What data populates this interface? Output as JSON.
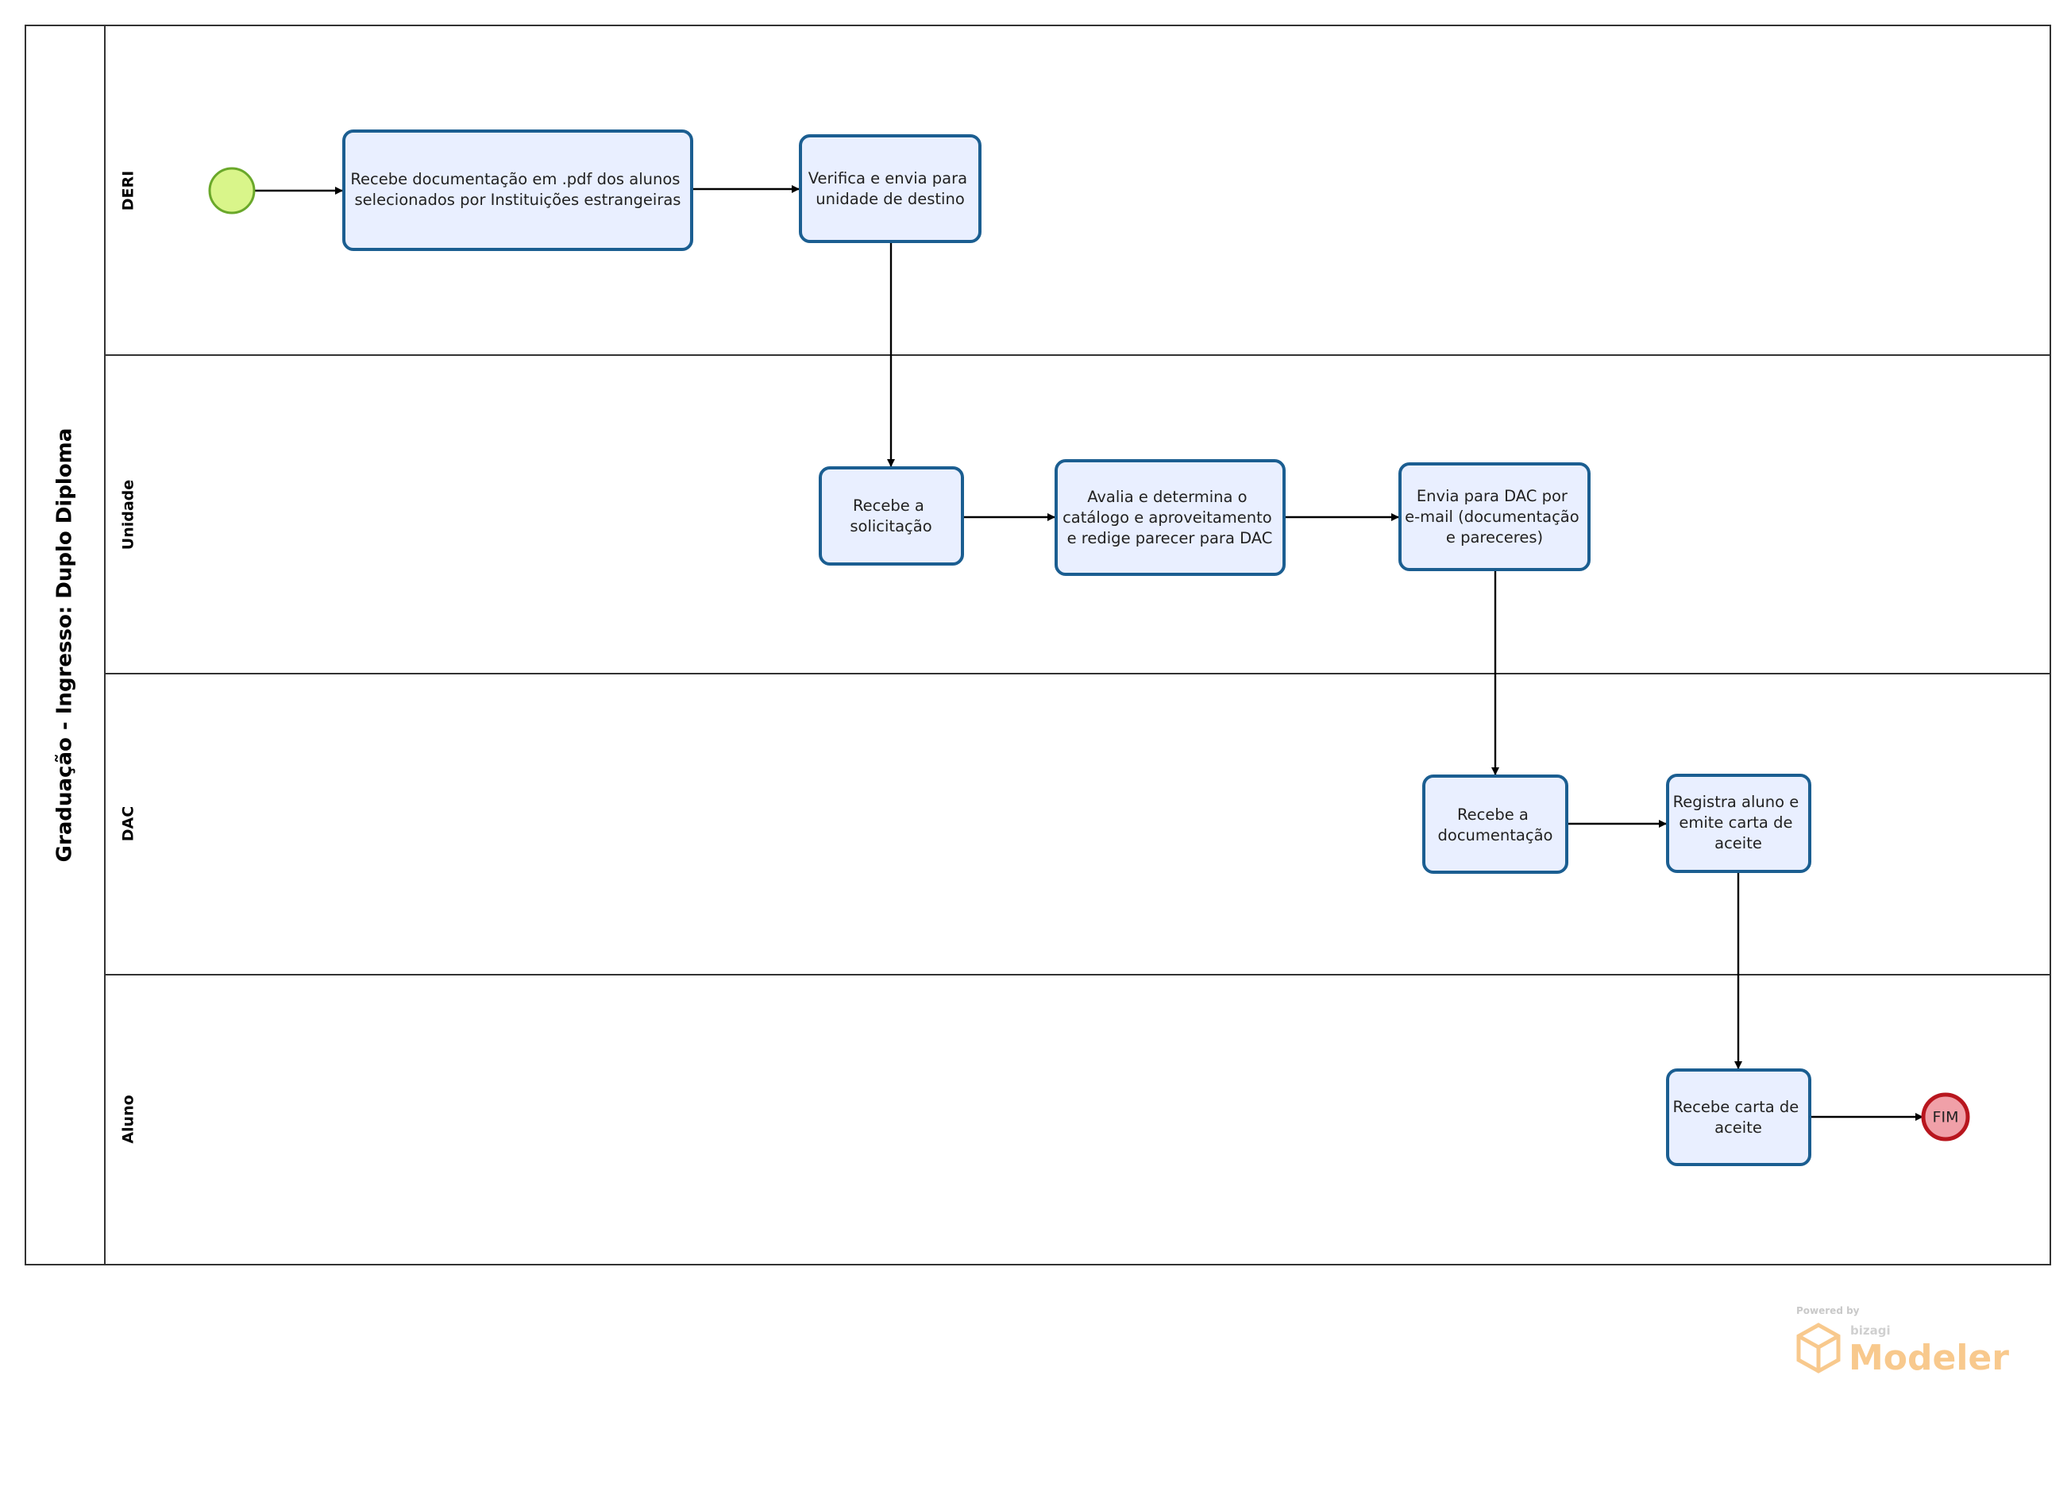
{
  "pool": {
    "title": "Graduação - Ingresso: Duplo Diploma"
  },
  "lanes": [
    {
      "id": "deri",
      "label": "DERI"
    },
    {
      "id": "unidade",
      "label": "Unidade"
    },
    {
      "id": "dac",
      "label": "DAC"
    },
    {
      "id": "aluno",
      "label": "Aluno"
    }
  ],
  "tasks": [
    {
      "id": "t1",
      "lines": [
        "Recebe documentação em .pdf dos alunos",
        "selecionados por Instituições estrangeiras"
      ]
    },
    {
      "id": "t2",
      "lines": [
        "Verifica e envia para",
        "unidade de destino"
      ]
    },
    {
      "id": "t3",
      "lines": [
        "Recebe a",
        "solicitação"
      ]
    },
    {
      "id": "t4",
      "lines": [
        "Avalia e determina o",
        "catálogo e aproveitamento",
        "e redige parecer para DAC"
      ]
    },
    {
      "id": "t5",
      "lines": [
        "Envia para DAC por",
        "e-mail (documentação",
        "e pareceres)"
      ]
    },
    {
      "id": "t6",
      "lines": [
        "Recebe a",
        "documentação"
      ]
    },
    {
      "id": "t7",
      "lines": [
        "Registra aluno e",
        "emite carta de",
        "aceite"
      ]
    },
    {
      "id": "t8",
      "lines": [
        "Recebe carta de",
        "aceite"
      ]
    }
  ],
  "events": {
    "start": {
      "label": ""
    },
    "end": {
      "label": "FIM"
    }
  },
  "colors": {
    "task_fill": "#e9efff",
    "task_border": "#1b5e91",
    "start_fill": "#d9f58a",
    "start_border": "#6aa82a",
    "end_fill": "#f0a0a8",
    "end_border": "#b8161e"
  },
  "watermark": {
    "powered_by": "Powered by",
    "brand": "bizagi",
    "product": "Modeler"
  }
}
